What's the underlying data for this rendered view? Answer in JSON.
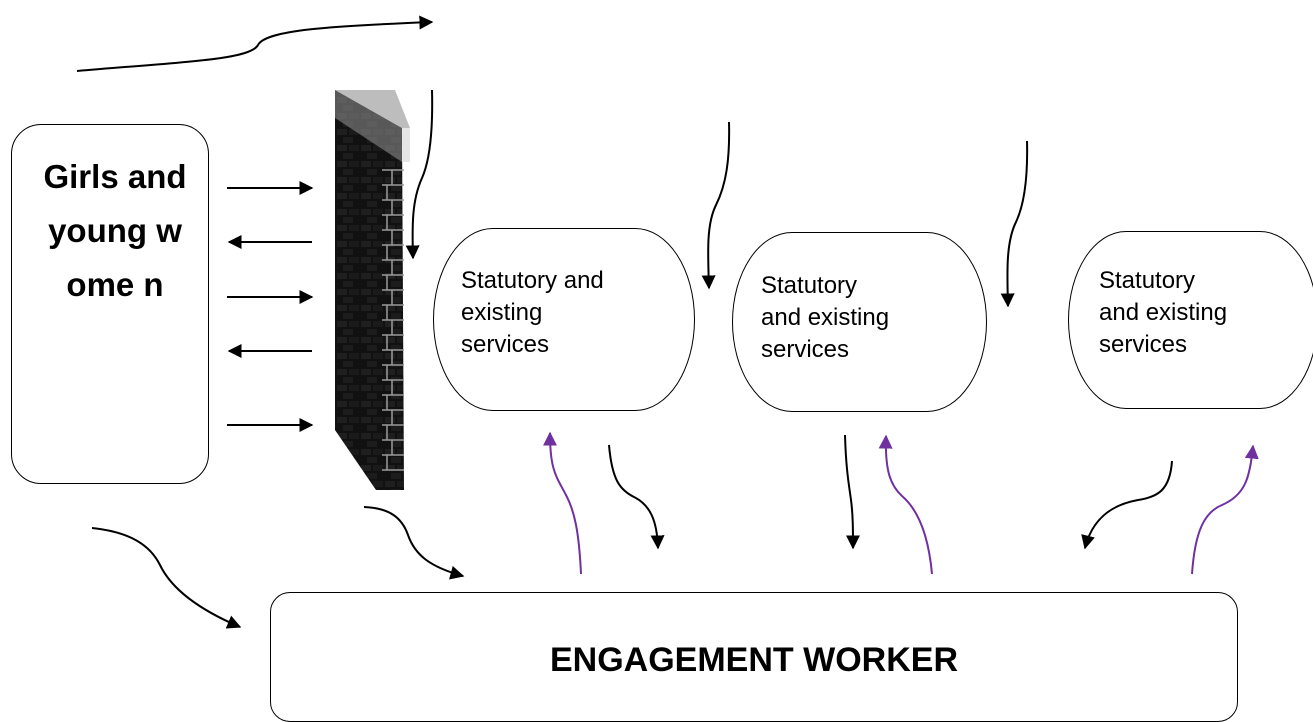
{
  "girls": {
    "label": "Girls and young wome n"
  },
  "services": [
    {
      "lines": [
        "Statutory and",
        "existing",
        "services"
      ]
    },
    {
      "lines": [
        "Statutory",
        "and existing",
        "services"
      ]
    },
    {
      "lines": [
        "Statutory",
        "and existing",
        "services"
      ]
    }
  ],
  "engagement": {
    "label": "ENGAGEMENT WORKER"
  },
  "colors": {
    "arrow_black": "#000000",
    "arrow_purple": "#7030a0",
    "wall_dark": "#111111",
    "wall_mortar": "#9a9a9a",
    "wall_cap": "#cfcfcf"
  }
}
